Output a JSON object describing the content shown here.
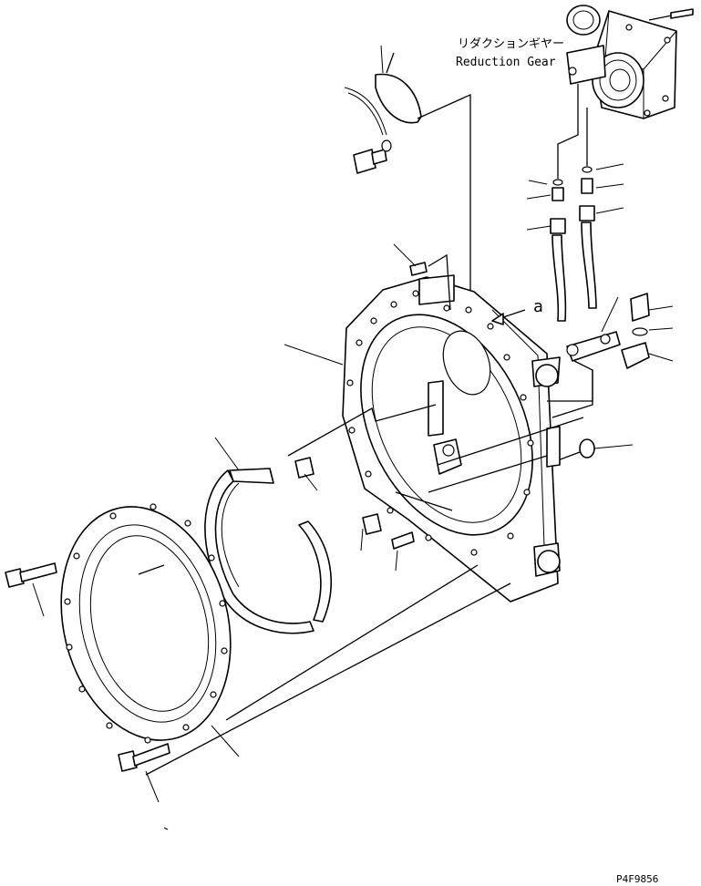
{
  "labels": {
    "reduction_gear_jp": "リダクションギヤー",
    "reduction_gear_en": "Reduction Gear",
    "arrow_a": "a",
    "drawing_id": "P4F9856"
  }
}
